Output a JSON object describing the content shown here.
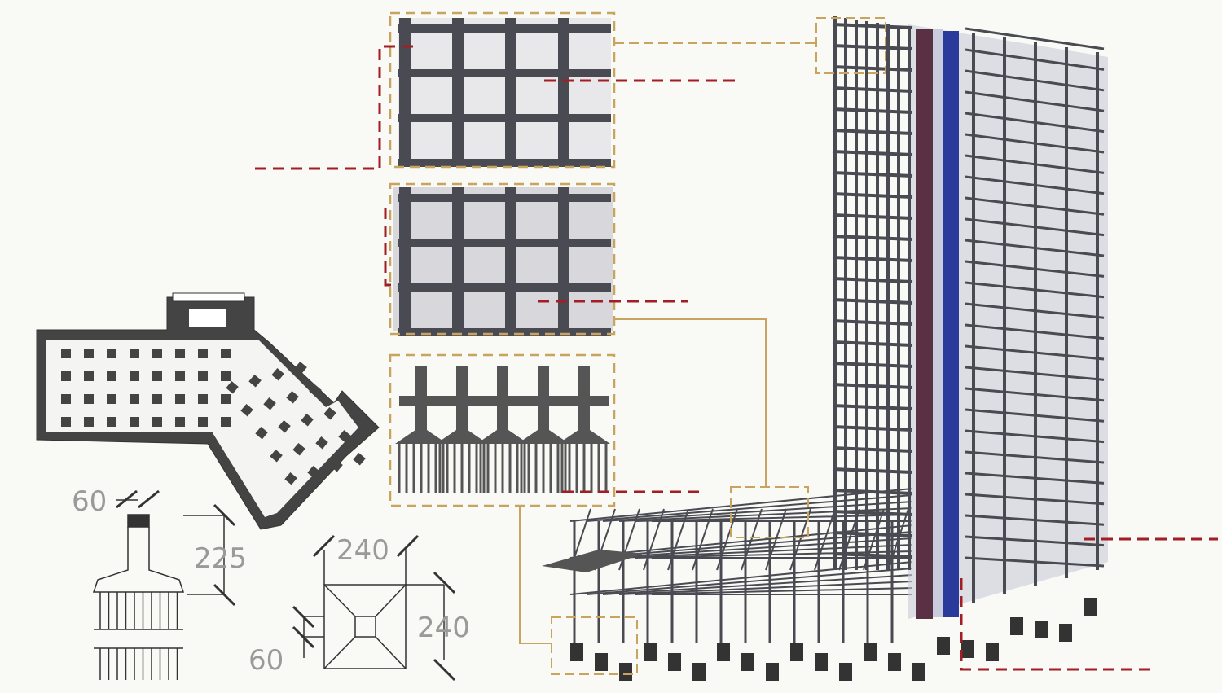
{
  "pile_section": {
    "column_width": "60",
    "cap_height": "225"
  },
  "pile_plan": {
    "width": "240",
    "height": "240",
    "column_size": "60"
  },
  "colors": {
    "steel": "#4a4a52",
    "leader_red": "#a31d24",
    "frame_tan": "#c9a45e",
    "core_blue": "#2a3a9a"
  }
}
